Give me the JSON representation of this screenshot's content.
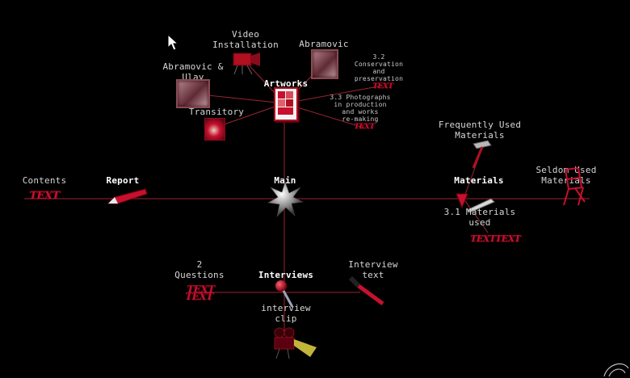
{
  "colors": {
    "background": "#000000",
    "link_line": "#9b2530",
    "label": "#d6d6d6",
    "accent_red": "#c8102e"
  },
  "nodes": {
    "main": {
      "label": "Main",
      "icon": "star-sphere-icon"
    },
    "artworks": {
      "label": "Artworks",
      "icon": "artwork-collage-icon"
    },
    "video_installation": {
      "label": "Video\nInstallation",
      "icon": "video-projector-icon"
    },
    "abramovic": {
      "label": "Abramovic",
      "icon": "portrait-photo-icon"
    },
    "abramovic_ulay": {
      "label": "Abramovic &\nUlay",
      "icon": "portrait-photo-icon"
    },
    "transitory": {
      "label": "Transitory",
      "icon": "transitory-image-icon"
    },
    "conservation": {
      "label": "3.2\nConservation\nand\npreservation",
      "icon": "red-text-icon"
    },
    "photographs": {
      "label": "3.3 Photographs\nin production\nand works\nre-making",
      "icon": "red-text-icon"
    },
    "contents": {
      "label": "Contents",
      "text_icon": "TEXT"
    },
    "report": {
      "label": "Report",
      "icon": "red-pen-icon"
    },
    "materials": {
      "label": "Materials",
      "icon": "red-cone-icon"
    },
    "frequently_used": {
      "label": "Frequently Used\nMaterials",
      "icon": "hammer-icon"
    },
    "seldom_used": {
      "label": "Seldom Used\nMaterials",
      "icon": "red-chair-icon"
    },
    "materials_used": {
      "label": "3.1 Materials\nused",
      "text_icon": "TEXTTEXT",
      "icon": "saw-icon"
    },
    "interviews": {
      "label": "Interviews",
      "icon": "red-ball-icon"
    },
    "questions": {
      "label": "2\nQuestions",
      "text_icon": "TEXT TEXT"
    },
    "interview_text": {
      "label": "Interview\ntext",
      "icon": "red-marker-icon"
    },
    "interview_clip": {
      "label": "interview\nclip",
      "icon": "projector-icon"
    }
  },
  "cursor": {
    "icon": "arrow-cursor-icon"
  }
}
